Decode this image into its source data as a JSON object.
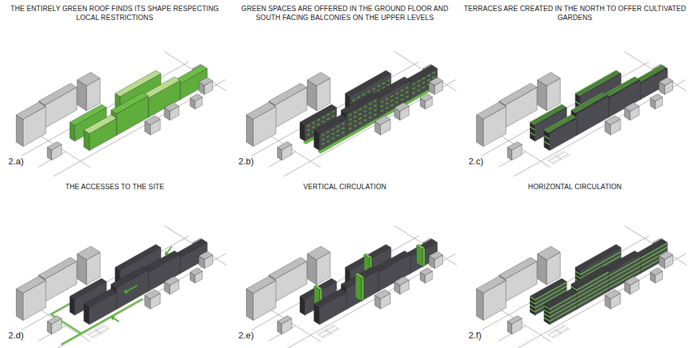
{
  "diagram": {
    "labels": [
      "THE ENTIRELY GREEN ROOF FINDS ITS SHAPE RESPECTING LOCAL RESTRICTIONS",
      "GREEN SPACES ARE OFFERED IN THE GROUND FLOOR AND SOUTH FACING BALCONIES ON THE UPPER LEVELS",
      "TERRACES ARE CREATED IN THE NORTH TO OFFER CULTIVATED GARDENS",
      "2.a)",
      "2.b)",
      "2.c)",
      "THE ACCESSES TO THE SITE",
      "VERTICAL CIRCULATION",
      "HORIZONTAL CIRCULATION",
      "2.d)",
      "2.e)",
      "2.f)"
    ]
  }
}
